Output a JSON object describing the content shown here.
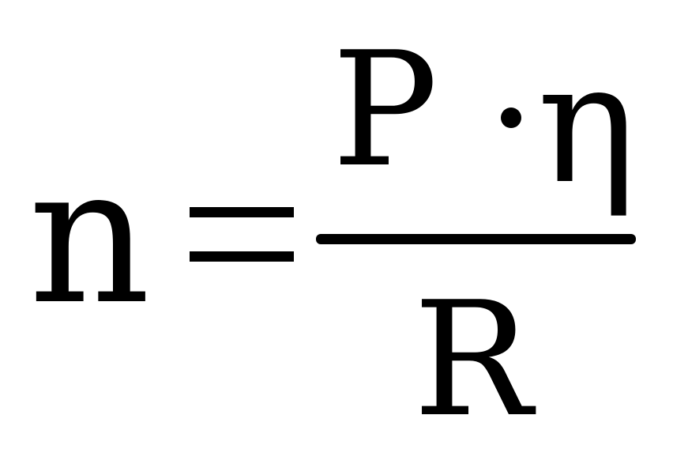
{
  "formula": {
    "lhs": "n",
    "numerator": {
      "first": "P",
      "second": "η"
    },
    "denominator": "R"
  }
}
